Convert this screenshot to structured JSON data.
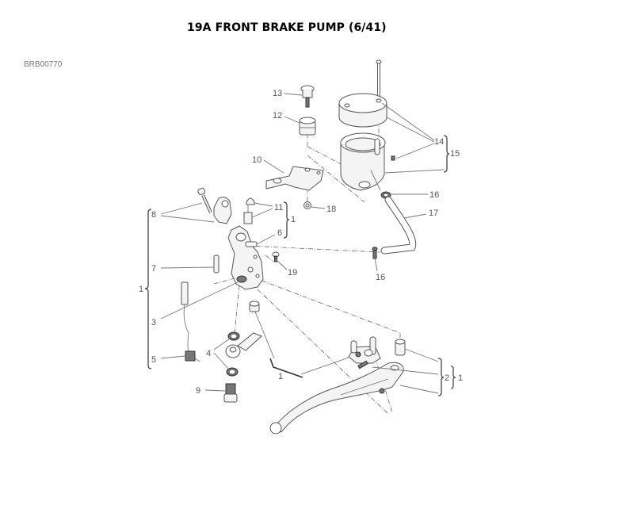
{
  "header": {
    "title": "19A FRONT BRAKE PUMP (6/41)",
    "drawing_code": "BRB00770"
  },
  "callouts": {
    "c13": "13",
    "c12": "12",
    "c14": "14",
    "c15": "15",
    "c10": "10",
    "c16a": "16",
    "c18": "18",
    "c17": "17",
    "c11": "11",
    "c8": "8",
    "c1_upper": "1",
    "c6": "6",
    "c7": "7",
    "c19": "19",
    "c16b": "16",
    "c1_left": "1",
    "c3": "3",
    "c4": "4",
    "c5": "5",
    "c1_lower": "1",
    "c2": "2",
    "c1_right": "1",
    "c9": "9"
  },
  "colors": {
    "title": "#000000",
    "code": "#777777",
    "callout": "#555555",
    "line": "#777777"
  }
}
